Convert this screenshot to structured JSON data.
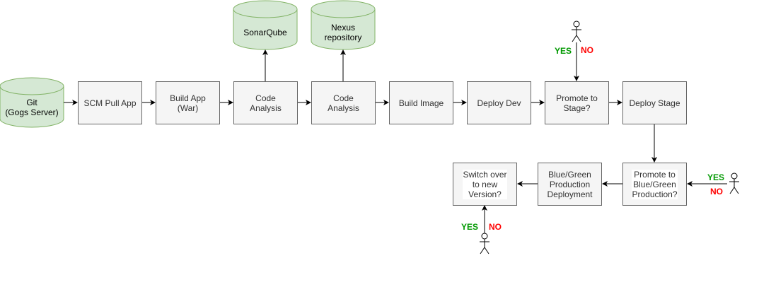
{
  "nodes": {
    "git": "Git\n(Gogs Server)",
    "scm_pull": "SCM Pull App",
    "build_app": "Build App\n(War)",
    "code_analysis_1": "Code\nAnalysis",
    "code_analysis_2": "Code\nAnalysis",
    "sonarqube": "SonarQube",
    "nexus": "Nexus\nrepository",
    "build_image": "Build Image",
    "deploy_dev": "Deploy Dev",
    "promote_stage": "Promote to\nStage?",
    "deploy_stage": "Deploy Stage",
    "promote_bg": "Promote to\nBlue/Green\nProduction?",
    "bg_deploy": "Blue/Green\nProduction\nDeployment",
    "switch_over": "Switch over\nto new\nVersion?"
  },
  "approvals": {
    "stage": {
      "yes": "YES",
      "no": "NO"
    },
    "blue_green": {
      "yes": "YES",
      "no": "NO"
    },
    "switch": {
      "yes": "YES",
      "no": "NO"
    }
  },
  "colors": {
    "database_fill": "#d5e8d4",
    "database_stroke": "#82b366",
    "box_fill": "#f5f5f5",
    "box_stroke": "#666666",
    "yes": "#009900",
    "no": "#ff0000"
  }
}
